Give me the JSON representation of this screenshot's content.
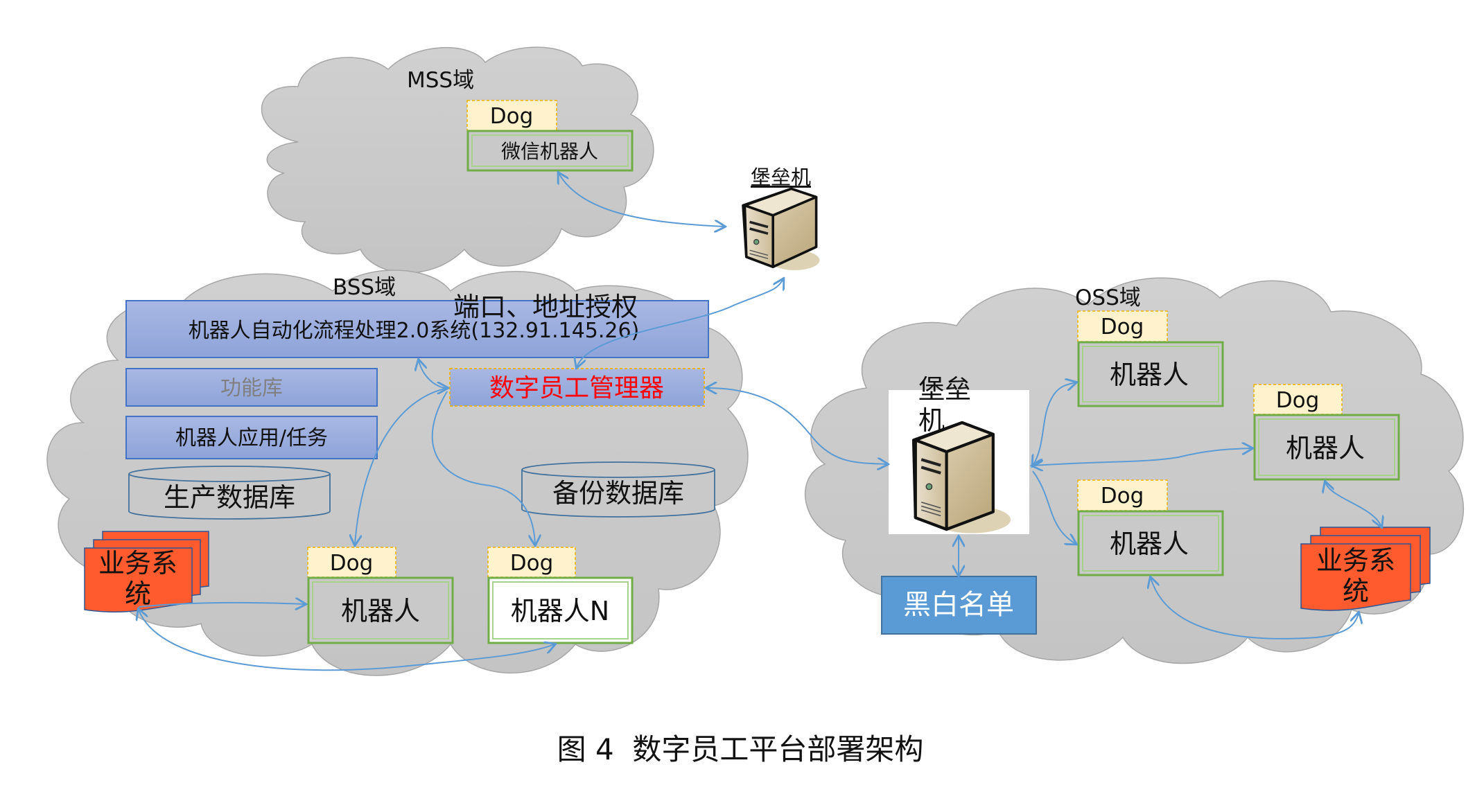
{
  "caption": "图 4  数字员工平台部署架构",
  "domains": {
    "mss": {
      "label": "MSS域"
    },
    "bss": {
      "label": "BSS域"
    },
    "oss": {
      "label": "OSS域"
    }
  },
  "mss": {
    "dog": "Dog",
    "robot": "微信机器人"
  },
  "bastion_top": {
    "label": "堡垒机"
  },
  "bss": {
    "auth_label": "端口、地址授权",
    "system": "机器人自动化流程处理2.0系统(132.91.145.26)",
    "function_lib": "功能库",
    "robot_app": "机器人应用/任务",
    "manager": "数字员工管理器",
    "prod_db": "生产数据库",
    "backup_db": "备份数据库",
    "biz_system": "业务系统",
    "robots": [
      {
        "dog": "Dog",
        "label": "机器人"
      },
      {
        "dog": "Dog",
        "label": "机器人N"
      }
    ]
  },
  "oss": {
    "bastion": "堡垒机",
    "blacklist": "黑白名单",
    "biz_system": "业务系统",
    "robots": [
      {
        "dog": "Dog",
        "label": "机器人"
      },
      {
        "dog": "Dog",
        "label": "机器人"
      },
      {
        "dog": "Dog",
        "label": "机器人"
      }
    ]
  },
  "colors": {
    "arrow": "#5b9bd5",
    "manager_text": "#ff0000",
    "biz_system": "#ff5b2e",
    "blacklist": "#5b9bd5",
    "dog_fill": "#fff2cc",
    "robot_border": "#70ad47",
    "cloud": "#c8c8c8"
  }
}
